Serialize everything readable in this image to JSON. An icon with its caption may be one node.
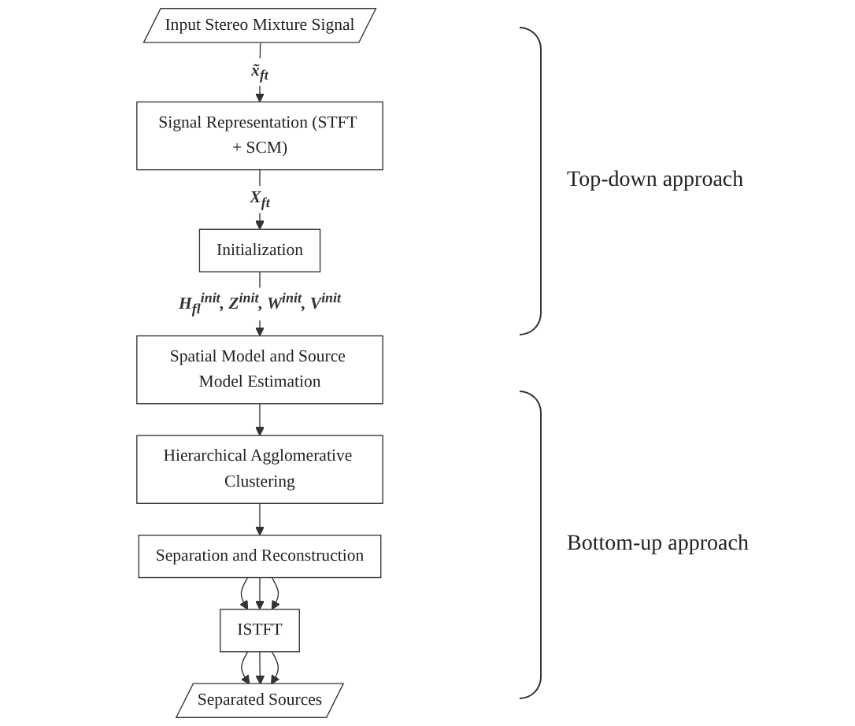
{
  "diagram": {
    "nodes": [
      {
        "text": [
          "Input Stereo Mixture Signal"
        ]
      },
      {
        "text": [
          "Signal Representation (STFT + SCM)"
        ]
      },
      {
        "text": [
          "Initialization"
        ]
      },
      {
        "text": [
          "Spatial Model and Source Model Estimation"
        ]
      },
      {
        "text": [
          "Hierarchical Agglomerative Clustering"
        ]
      },
      {
        "text": [
          "Separation and Reconstruction"
        ]
      },
      {
        "text": [
          "ISTFT"
        ]
      },
      {
        "text": [
          "Separated Sources"
        ]
      }
    ],
    "edges": [
      {
        "from": 0,
        "to": 1,
        "arrow": "to",
        "label": "x̃$_{ft}$"
      },
      {
        "from": 1,
        "to": 2,
        "arrow": "to",
        "label": "X$_{ft}$"
      },
      {
        "from": 2,
        "to": 3,
        "arrow": "to",
        "label": "H$_{fl}$$^{init}$, Z$^{init}$, W$^{init}$, V$^{init}$"
      },
      {
        "from": 3,
        "to": 4,
        "arrow": "to"
      },
      {
        "from": 4,
        "to": 5,
        "arrow": "to"
      },
      {
        "from": 5,
        "to": 6,
        "arrow": "to"
      },
      {
        "from": 5,
        "to": 6,
        "arrow": "to"
      },
      {
        "from": 5,
        "to": 6,
        "arrow": "to"
      },
      {
        "from": 6,
        "to": 7,
        "arrow": "to"
      },
      {
        "from": 6,
        "to": 7,
        "arrow": "to"
      },
      {
        "from": 6,
        "to": 7,
        "arrow": "to"
      }
    ],
    "labels": [
      "Top-down approach",
      "Bottom-up approach"
    ]
  }
}
